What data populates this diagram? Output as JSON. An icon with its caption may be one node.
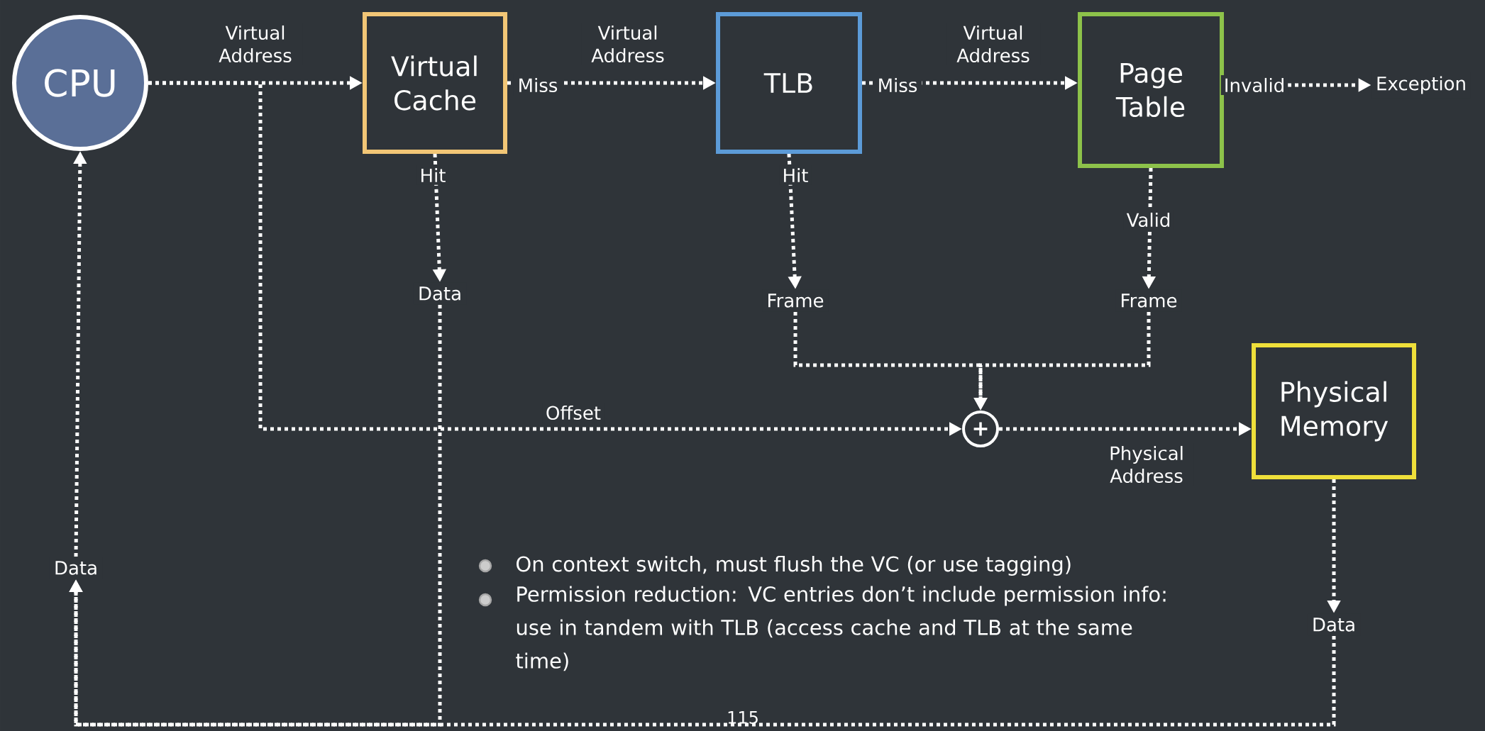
{
  "diagram": {
    "nodes": [
      {
        "text": [
          "CPU"
        ]
      },
      {
        "text": [
          "Virtual Cache"
        ]
      },
      {
        "text": [
          "TLB"
        ]
      },
      {
        "text": [
          "Page Table"
        ]
      },
      {
        "text": [
          "Exception"
        ]
      },
      {
        "text": [
          "Data"
        ]
      },
      {
        "text": [
          "Frame"
        ]
      },
      {
        "text": [
          "Frame"
        ]
      },
      {
        "text": [
          "+"
        ]
      },
      {
        "text": [
          "Physical Memory"
        ]
      },
      {
        "text": [
          "Data"
        ]
      },
      {
        "text": [
          "Data"
        ]
      }
    ],
    "edges": [
      {
        "from": 0,
        "to": 1,
        "arrow": "to",
        "label": "Virtual Address"
      },
      {
        "from": 1,
        "to": 2,
        "arrow": "to",
        "label": "Virtual Address"
      },
      {
        "from": 2,
        "to": 3,
        "arrow": "to",
        "label": "Virtual Address"
      },
      {
        "from": 3,
        "to": 4,
        "arrow": "to",
        "label": "Invalid"
      },
      {
        "from": 1,
        "to": 5,
        "arrow": "to",
        "label": "Hit"
      },
      {
        "from": 2,
        "to": 6,
        "arrow": "to",
        "label": "Hit"
      },
      {
        "from": 3,
        "to": 7,
        "arrow": "to",
        "label": "Valid"
      },
      {
        "from": 6,
        "to": 8,
        "arrow": "to"
      },
      {
        "from": 7,
        "to": 8,
        "arrow": "to"
      },
      {
        "from": 0,
        "to": 8,
        "arrow": "to",
        "label": "Offset"
      },
      {
        "from": 8,
        "to": 9,
        "arrow": "to",
        "label": "Physical Address"
      },
      {
        "from": 9,
        "to": 10,
        "arrow": "to"
      },
      {
        "from": 5,
        "to": 11,
        "arrow": "to"
      },
      {
        "from": 10,
        "to": 11,
        "arrow": "to"
      },
      {
        "from": 11,
        "to": 0,
        "arrow": "to"
      }
    ],
    "labels": [
      "Miss",
      "Miss",
      "On context switch, must flush the VC (or use tagging)",
      "Permission reduction: VC entries don’t include permission info: use in tandem with TLB (access cache and TLB at the same time)",
      "115"
    ]
  }
}
